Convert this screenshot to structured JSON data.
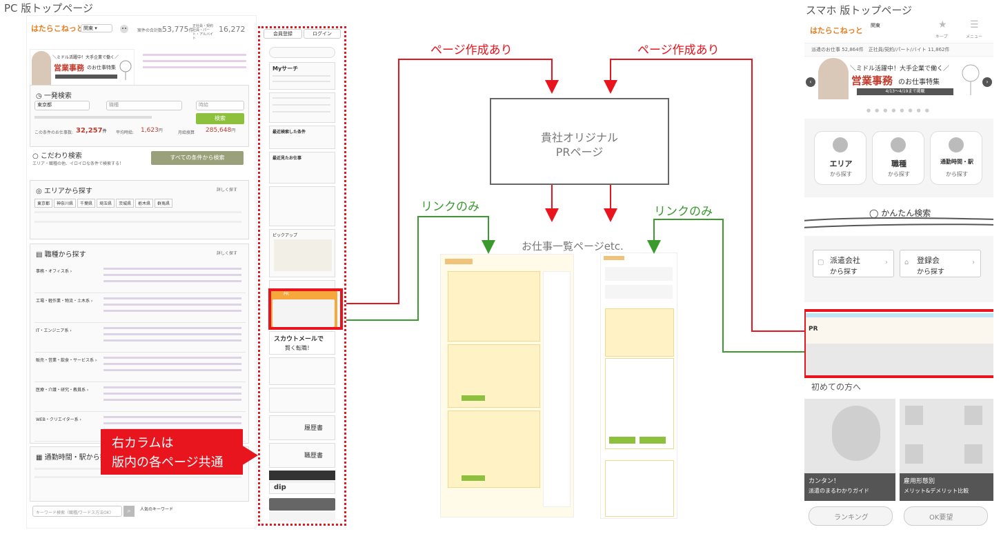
{
  "labels": {
    "pc_title": "PC 版トップページ",
    "sp_title": "スマホ 版トップページ",
    "page_created_left": "ページ作成あり",
    "page_created_right": "ページ作成あり",
    "link_only_left": "リンクのみ",
    "link_only_right": "リンクのみ",
    "original_pr_line1": "貴社オリジナル",
    "original_pr_line2": "PRページ",
    "job_list": "お仕事一覧ページetc.",
    "callout_line1": "右カラムは",
    "callout_line2": "版内の各ページ共通"
  },
  "pc": {
    "logo": "はたらこねっと",
    "region": "関東",
    "total_label": "案件の合計数:",
    "total_value": "53,775",
    "total_unit": "件",
    "type_label": "正社員・契約社員・パート・アルバイト",
    "type_value": "16,272",
    "register": "会員登録",
    "login": "ログイン",
    "banner_line1": "＼ミドル活躍中！大手企業で働く／",
    "banner_line2": "営業事務",
    "banner_line3": "のお仕事特集",
    "search_title": "一発検索",
    "sel_area": "東京都",
    "sel_job": "職種",
    "sel_other": "時給",
    "search_button": "検索",
    "count_label": "この条件のお仕事数:",
    "count_value": "32,257",
    "count_unit": "件",
    "hourly_label": "平均時給:",
    "hourly_value": "1,623",
    "hourly_unit": "円",
    "monthly_label": "月給換算",
    "monthly_value": "285,648",
    "monthly_unit": "円",
    "kodawari": "こだわり検索",
    "kodawari_sub": "エリア・職種の他、イロイロな条件で検索する！",
    "all_conditions": "すべての条件から検索",
    "area_section": "エリアから探す",
    "detail": "詳しく探す",
    "pref_tabs": [
      "東京都",
      "神奈川県",
      "千葉県",
      "埼玉県",
      "茨城県",
      "栃木県",
      "群馬県"
    ],
    "job_section": "職種から探す",
    "job_rows": [
      "事務・オフィス系",
      "工場・軽作業・物流・土木系",
      "IT・エンジニア系",
      "販売・営業・飲食・サービス系",
      "医療・介護・研究・教員系",
      "WEB・クリエイター系"
    ],
    "commute_section": "通勤時間・駅から探す",
    "keyword_placeholder": "キーワード検索（職種/ワードス方法OK）",
    "popular_keyword": "人気のキーワード",
    "side": {
      "mysearch": "Myサーチ",
      "recent": "最近検索した条件",
      "viewed": "最近見たお仕事",
      "pickup": "ピックアップ",
      "pr": "PR",
      "scout_line1": "スカウトメールで",
      "scout_line2": "賢く転職！",
      "rireki": "履歴書",
      "shokumu": "職歴書",
      "dip": "dip"
    }
  },
  "sp": {
    "logo": "はたらこねっと",
    "region": "関東",
    "keep": "キープ",
    "menu": "メニュー",
    "count_text": "派遣のお仕事 52,864件　正社員/契約/パート/バイト 11,862件",
    "banner_line1": "＼ミドル活躍中！大手企業で働く／",
    "banner_line2": "営業事務",
    "banner_line3": "のお仕事特集",
    "banner_line4": "4/13〜4/19まで掲載",
    "nav": [
      {
        "label": "エリア",
        "sub": "から探す"
      },
      {
        "label": "職種",
        "sub": "から探す"
      },
      {
        "label": "通勤時間・駅",
        "sub": "から探す"
      }
    ],
    "easy_search": "かんたん検索",
    "dispatch": "派遣会社",
    "dispatch_sub": "から探す",
    "register": "登録会",
    "register_sub": "から探す",
    "pr": "PR",
    "first_time": "初めての方へ",
    "card1_line1": "カンタン！",
    "card1_line2": "派遣のまるわかりガイド",
    "card2_line1": "雇用形態別",
    "card2_line2": "メリット&デメリット比較",
    "ranking": "ランキング",
    "ok": "OK要望"
  }
}
